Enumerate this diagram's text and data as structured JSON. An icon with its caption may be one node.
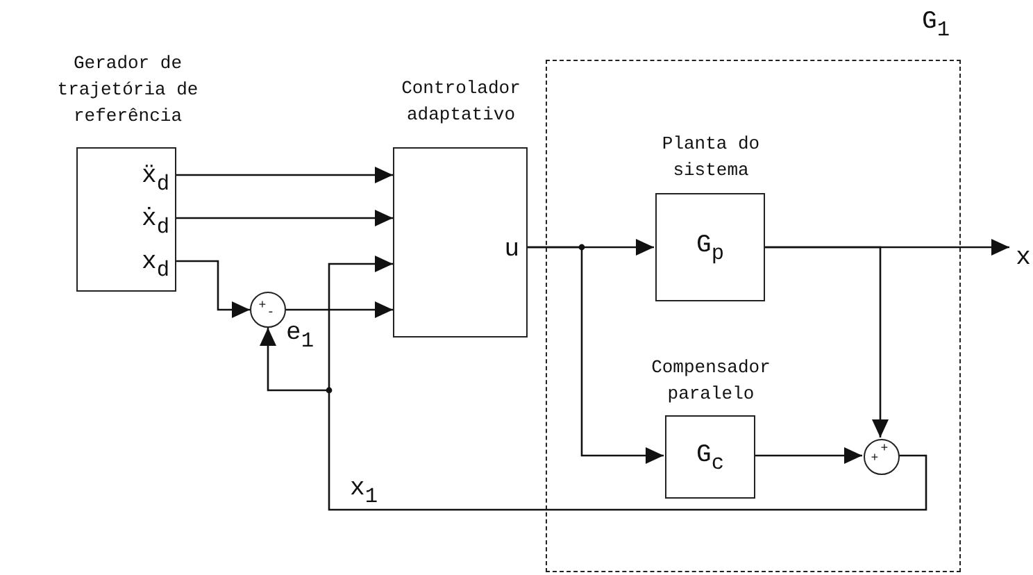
{
  "diagram": {
    "nodes": [
      {
        "text": [
          "Gerador de trajetória de referência",
          "ẍ$_{d}$",
          "ẋ$_{d}$",
          "x$_{d}$"
        ]
      },
      {
        "text": [
          "Controlador adaptativo",
          "u"
        ]
      },
      {
        "text": [
          "G$_{1}$"
        ]
      },
      {
        "text": [
          "Planta do sistema",
          "G$_{p}$"
        ],
        "in": 2
      },
      {
        "text": [
          "Compensador paralelo",
          "G$_{c}$"
        ],
        "in": 2
      },
      {
        "text": [
          "+",
          "-"
        ]
      },
      {
        "text": [
          "+",
          "+"
        ],
        "in": 2
      }
    ],
    "edges": [
      {
        "from": 0,
        "to": 1,
        "arrow": "to"
      },
      {
        "from": 0,
        "to": 1,
        "arrow": "to"
      },
      {
        "from": 0,
        "to": 5,
        "arrow": "to"
      },
      {
        "from": 5,
        "to": 1,
        "arrow": "to",
        "label": "e$_{1}$"
      },
      {
        "from": 6,
        "to": 1,
        "arrow": "to",
        "label": "x$_{1}$"
      },
      {
        "from": 6,
        "to": 5,
        "arrow": "to"
      },
      {
        "from": 1,
        "to": 3,
        "arrow": "to"
      },
      {
        "from": 1,
        "to": 4,
        "arrow": "to"
      },
      {
        "from": 3,
        "to": 6,
        "arrow": "to"
      },
      {
        "from": 4,
        "to": 6,
        "arrow": "to"
      },
      {
        "from": 3,
        "to": null,
        "arrow": "to",
        "label": "x"
      }
    ]
  }
}
